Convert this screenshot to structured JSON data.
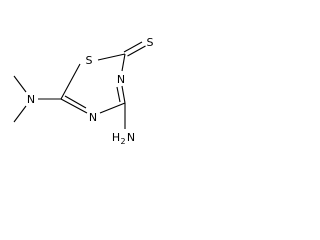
{
  "structure": {
    "atoms": {
      "s_ring": "S",
      "s_thione": "S",
      "n_top": "N",
      "n_bottom": "N",
      "n_dimethyl": "N",
      "amino_h": "H",
      "amino_count": "2",
      "amino_n": "N"
    },
    "colors": {
      "ink": "#000000",
      "background": "#ffffff"
    }
  }
}
